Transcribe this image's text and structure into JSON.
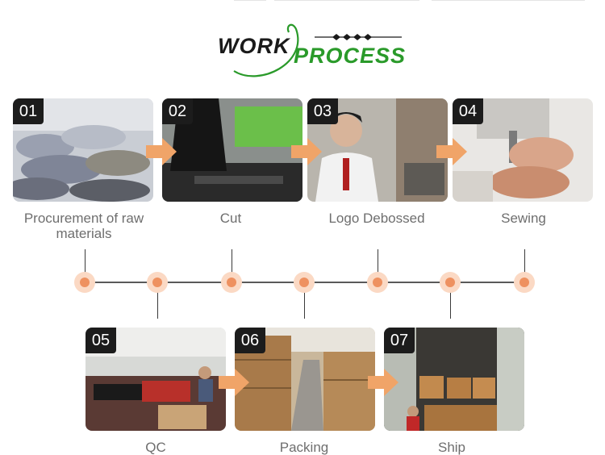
{
  "header": {
    "title_part1": "WORK",
    "title_part2": "PROCESS"
  },
  "colors": {
    "accent_green": "#2a9a2a",
    "arrow_orange": "#f0a468",
    "dot_orange": "#ee9160",
    "label_gray": "#6e6e6e"
  },
  "steps": [
    {
      "number": "01",
      "label": "Procurement of raw materials"
    },
    {
      "number": "02",
      "label": "Cut"
    },
    {
      "number": "03",
      "label": "Logo Debossed"
    },
    {
      "number": "04",
      "label": "Sewing"
    },
    {
      "number": "05",
      "label": "QC"
    },
    {
      "number": "06",
      "label": "Packing"
    },
    {
      "number": "07",
      "label": "Ship"
    }
  ]
}
